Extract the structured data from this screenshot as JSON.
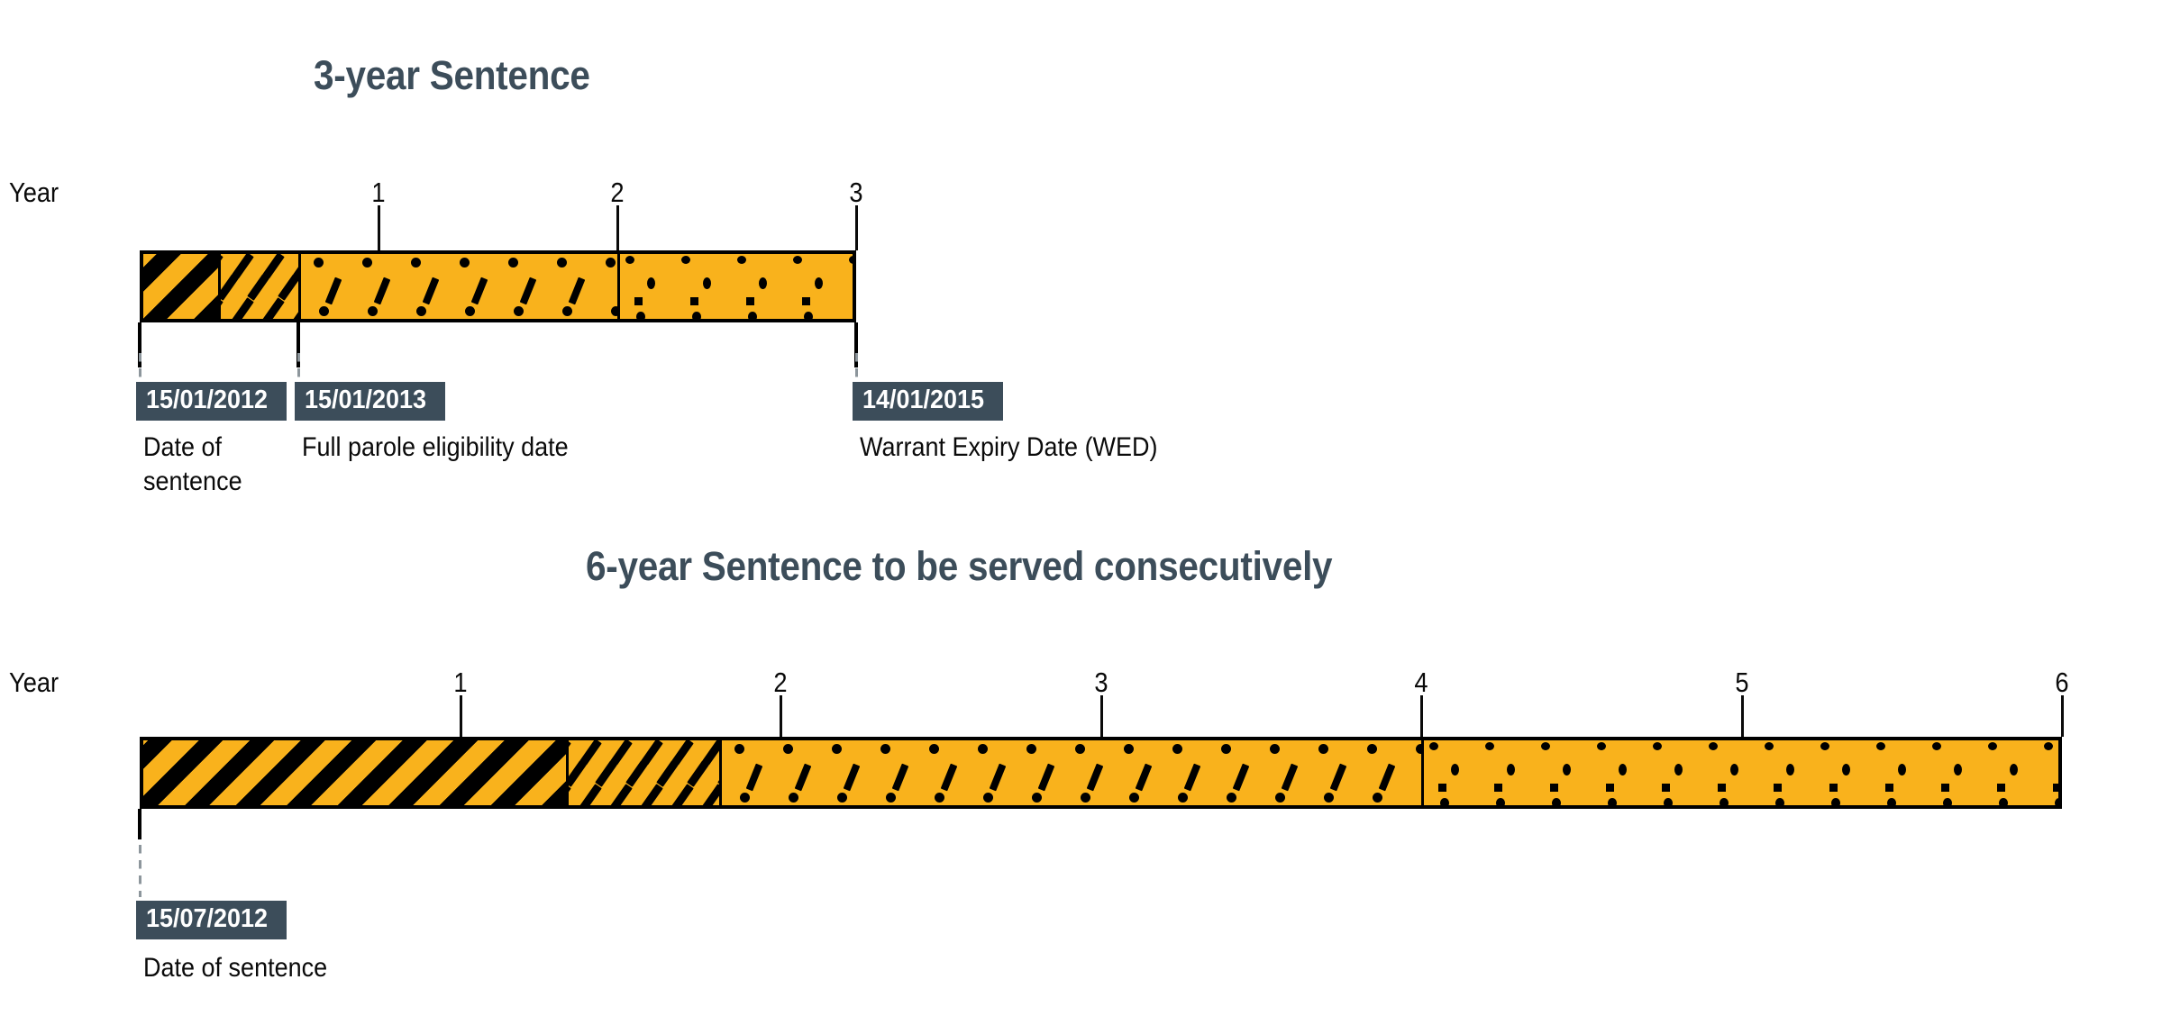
{
  "page": {
    "background": "#ffffff",
    "accent_orange": "#f9b21c",
    "dark_slate": "#3c4d5a",
    "ink": "#0a0a0a",
    "leader_gray": "#8d969c"
  },
  "charts": [
    {
      "id": "three-year",
      "title": "3-year Sentence",
      "axis_label": "Year",
      "ticks": [
        {
          "label": "1",
          "value": 1
        },
        {
          "label": "2",
          "value": 2
        },
        {
          "label": "3",
          "value": 3
        }
      ],
      "axis_min": 0,
      "axis_max": 3,
      "segments": [
        {
          "name": "custody-heavy",
          "pattern": "heavy-diagonal-stripes",
          "start": 0.0,
          "end": 0.33
        },
        {
          "name": "custody-dash",
          "pattern": "dashed-diagonals",
          "start": 0.33,
          "end": 0.665
        },
        {
          "name": "parole-dotdash",
          "pattern": "dots-and-dashes",
          "start": 0.665,
          "end": 2.0
        },
        {
          "name": "parole-dots",
          "pattern": "sparse-dots",
          "start": 2.0,
          "end": 3.0
        }
      ],
      "markers": [
        {
          "value": 0.0,
          "date": "15/01/2012",
          "caption": "Date of\nsentence",
          "badge_align": "left"
        },
        {
          "value": 0.665,
          "date": "15/01/2013",
          "caption": "Full parole eligibility date",
          "badge_align": "left"
        },
        {
          "value": 3.0,
          "date": "14/01/2015",
          "caption": "Warrant Expiry Date (WED)",
          "badge_align": "left"
        }
      ]
    },
    {
      "id": "six-year",
      "title": "6-year Sentence to be served consecutively",
      "axis_label": "Year",
      "ticks": [
        {
          "label": "1",
          "value": 1
        },
        {
          "label": "2",
          "value": 2
        },
        {
          "label": "3",
          "value": 3
        },
        {
          "label": "4",
          "value": 4
        },
        {
          "label": "5",
          "value": 5
        },
        {
          "label": "6",
          "value": 6
        }
      ],
      "axis_min": 0,
      "axis_max": 6,
      "segments": [
        {
          "name": "custody-heavy",
          "pattern": "heavy-diagonal-stripes",
          "start": 0.0,
          "end": 1.33
        },
        {
          "name": "custody-dash",
          "pattern": "dashed-diagonals",
          "start": 1.33,
          "end": 1.81
        },
        {
          "name": "parole-dotdash",
          "pattern": "dots-and-dashes",
          "start": 1.81,
          "end": 4.0
        },
        {
          "name": "parole-dots",
          "pattern": "sparse-dots",
          "start": 4.0,
          "end": 6.0
        }
      ],
      "markers": [
        {
          "value": 0.0,
          "date": "15/07/2012",
          "caption": "Date of sentence",
          "badge_align": "left"
        }
      ]
    }
  ]
}
